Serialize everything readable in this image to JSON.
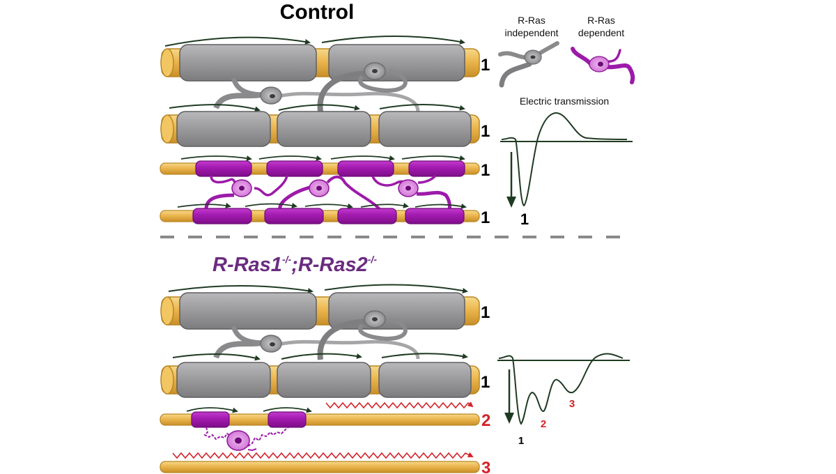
{
  "colors": {
    "axon": "#e8b04a",
    "axon_light": "#f6d27e",
    "axon_dark": "#c28a25",
    "myelin_gray": "#9a9a9c",
    "myelin_gray_light": "#c4c4c6",
    "myelin_gray_dark": "#6e6e70",
    "myelin_purple": "#a21caf",
    "myelin_purple_light": "#cc5fd6",
    "myelin_purple_dark": "#7a0f85",
    "cell_purple_body": "#e59ae8",
    "arrow_green": "#1f3a22",
    "zigzag_red": "#d2232a",
    "normal_label": "#000000",
    "impaired_label": "#d2232a",
    "ko_title": "#6a2b80",
    "divider": "#8a8a8a"
  },
  "control": {
    "title": "Control",
    "rows": [
      {
        "label": "1",
        "type": "gray-thick",
        "label_color": "normal"
      },
      {
        "label": "1",
        "type": "gray-thick",
        "label_color": "normal"
      },
      {
        "label": "1",
        "type": "purple-thin",
        "label_color": "normal"
      },
      {
        "label": "1",
        "type": "purple-thin",
        "label_color": "normal"
      }
    ]
  },
  "knockout": {
    "title_part1": "R-Ras1",
    "sup1": "-/-",
    "separator": ";",
    "title_part2": "R-Ras2",
    "sup2": "-/-",
    "rows": [
      {
        "label": "1",
        "type": "gray-thick",
        "label_color": "normal"
      },
      {
        "label": "1",
        "type": "gray-thick",
        "label_color": "normal"
      },
      {
        "label": "2",
        "type": "purple-partial",
        "label_color": "impaired"
      },
      {
        "label": "3",
        "type": "bare",
        "label_color": "impaired"
      }
    ]
  },
  "legend": {
    "independent_line1": "R-Ras",
    "independent_line2": "independent",
    "dependent_line1": "R-Ras",
    "dependent_line2": "dependent",
    "trace_title": "Electric transmission"
  },
  "traces": {
    "control_peaks": [
      "1"
    ],
    "knockout_peaks": [
      "1",
      "2",
      "3"
    ]
  }
}
